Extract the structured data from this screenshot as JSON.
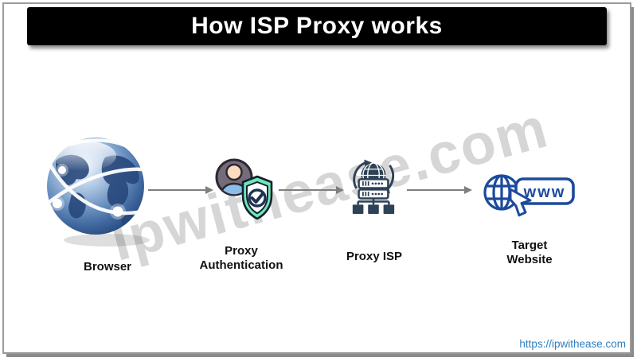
{
  "page": {
    "title": "How ISP Proxy works",
    "watermark": "Ipwithease.com",
    "footer_link": "https://ipwithease.com"
  },
  "flow": {
    "nodes": [
      {
        "name": "browser",
        "icon": "globe-network-icon",
        "lines": [
          "Browser"
        ]
      },
      {
        "name": "proxy-authentication",
        "icon": "user-shield-check-icon",
        "lines": [
          "Proxy",
          "Authentication"
        ]
      },
      {
        "name": "proxy-isp",
        "icon": "isp-server-globe-icon",
        "lines": [
          "Proxy ISP"
        ]
      },
      {
        "name": "target-website",
        "icon": "www-globe-pointer-icon",
        "lines": [
          "Target",
          "Website"
        ],
        "icon_text": "www"
      }
    ],
    "arrows": [
      {
        "from": "browser",
        "to": "proxy-authentication"
      },
      {
        "from": "proxy-authentication",
        "to": "proxy-isp"
      },
      {
        "from": "proxy-isp",
        "to": "target-website"
      }
    ]
  },
  "colors": {
    "title_bar_bg": "#000000",
    "title_text": "#ffffff",
    "arrow": "#7f7f7f",
    "label_text": "#111111",
    "footer_link": "#2d7fc1",
    "watermark_gray": "#bdbdbd",
    "frame_border": "#9b9b9b",
    "globe_blue": "#3d649b",
    "auth_circle_gray": "#756c79",
    "auth_head_peach": "#fbdcc1",
    "auth_body_blue": "#8abde9",
    "auth_shield_green": "#6fe6b6",
    "auth_check_navy": "#1d3252",
    "isp_slate": "#2e4257",
    "target_blue": "#1c4a9c"
  }
}
